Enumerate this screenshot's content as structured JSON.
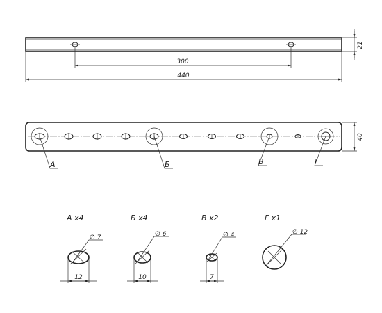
{
  "dimensions": {
    "thickness": "21",
    "hole_spacing": "300",
    "overall_length": "440",
    "width": "40"
  },
  "callouts": [
    "А",
    "Б",
    "В",
    "Г"
  ],
  "details": [
    {
      "title": "А х4",
      "diameter": "∅ 7",
      "length": "12"
    },
    {
      "title": "Б х4",
      "diameter": "∅ 6",
      "length": "10"
    },
    {
      "title": "В х2",
      "diameter": "∅ 4",
      "length": "7"
    },
    {
      "title": "Г х1",
      "diameter": "∅ 12",
      "length": ""
    }
  ]
}
